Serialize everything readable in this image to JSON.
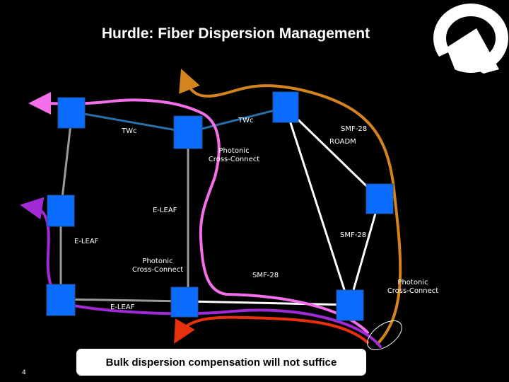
{
  "slide": {
    "title": "Hurdle: Fiber Dispersion Management",
    "number": "4"
  },
  "labels": {
    "twc_left": "TWc",
    "twc_right": "TWc",
    "smf28_top": "SMF-28",
    "roadm": "ROADM",
    "photonic_top": "Photonic\nCross-Connect",
    "eleaf_mid": "E-LEAF",
    "eleaf_left": "E-LEAF",
    "smf28_mid": "SMF-28",
    "photonic_bottom_left": "Photonic\nCross-Connect",
    "smf28_bottom": "SMF-28",
    "photonic_right": "Photonic\nCross-Connect",
    "eleaf_bottom": "E-LEAF"
  },
  "footer": {
    "message": "Bulk dispersion compensation will not suffice"
  },
  "colors": {
    "background": "#000000",
    "node": "#0a6cff",
    "twc_fiber": "#2b6ea6",
    "eleaf_fiber": "#9a9a9a",
    "smf_fiber": "#ffffff",
    "path_orange": "#d4841c",
    "path_pink": "#f36ee8",
    "path_purple": "#a02ad6",
    "path_red": "#e8300c",
    "logo": "#ffffff"
  },
  "icons": {
    "logo": "company-logo-icon",
    "node": "network-node-icon"
  }
}
